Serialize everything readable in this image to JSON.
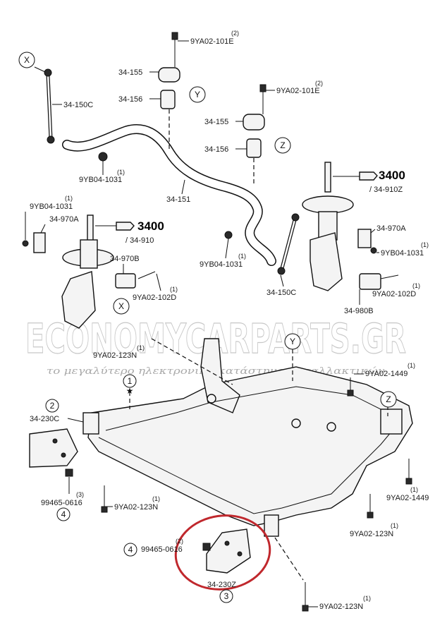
{
  "watermark": {
    "brand": "ECONOMYCARPARTS.GR",
    "tagline": "το μεγαλύτερο ηλεκτρονικό κατάστημα ανταλλακτικών"
  },
  "callouts": {
    "x_top": "X",
    "x_mid": "X",
    "y_top": "Y",
    "y_mid": "Y",
    "z_top": "Z",
    "z_mid": "Z",
    "n1": "1",
    "n2": "2",
    "n3": "3",
    "n4_left": "4",
    "n4_bottom": "4"
  },
  "labels": {
    "p9ya02_101e_a": "9YA02-101E",
    "p9ya02_101e_a_qty": "(2)",
    "p34_155_a": "34-155",
    "p34_156_a": "34-156",
    "p34_150c_a": "34-150C",
    "p9ya02_101e_b": "9YA02-101E",
    "p9ya02_101e_b_qty": "(2)",
    "p34_155_b": "34-155",
    "p34_156_b": "34-156",
    "p9yb04_1031_a": "9YB04-1031",
    "p9yb04_1031_a_qty": "(1)",
    "p34_151": "34-151",
    "p3400_r": "3400",
    "p34_910z": "/ 34-910Z",
    "p9yb04_1031_b": "9YB04-1031",
    "p9yb04_1031_b_qty": "(1)",
    "p34_970a_l": "34-970A",
    "p3400_l": "3400",
    "p34_910": "/ 34-910",
    "p34_970a_r": "34-970A",
    "p9yb04_1031_c": "9YB04-1031",
    "p9yb04_1031_c_qty": "(1)",
    "p9yb04_1031_d": "9YB04-1031",
    "p9yb04_1031_d_qty": "(1)",
    "p34_970b": "34-970B",
    "p9ya02_102d_l": "9YA02-102D",
    "p9ya02_102d_l_qty": "(1)",
    "p34_150c_b": "34-150C",
    "p9ya02_102d_r": "9YA02-102D",
    "p9ya02_102d_r_qty": "(1)",
    "p34_980b": "34-980B",
    "p9ya02_123n_a": "9YA02-123N",
    "p9ya02_123n_a_qty": "(1)",
    "p9ya02_1449_a": "9YA02-1449",
    "p9ya02_1449_a_qty": "(1)",
    "p34_230c": "34-230C",
    "p99465_0616_a": "99465-0616",
    "p99465_0616_a_qty": "(3)",
    "p9ya02_123n_b": "9YA02-123N",
    "p9ya02_123n_b_qty": "(1)",
    "p9ya02_1449_b": "9YA02-1449",
    "p9ya02_1449_b_qty": "(1)",
    "p9ya02_123n_c": "9YA02-123N",
    "p9ya02_123n_c_qty": "(1)",
    "p99465_0616_b": "99465-0616",
    "p99465_0616_b_qty": "(2)",
    "p34_230z": "34-230Z",
    "p9ya02_123n_d": "9YA02-123N",
    "p9ya02_123n_d_qty": "(1)"
  },
  "highlight": {
    "color": "#c0282d",
    "shape": "ellipse"
  }
}
